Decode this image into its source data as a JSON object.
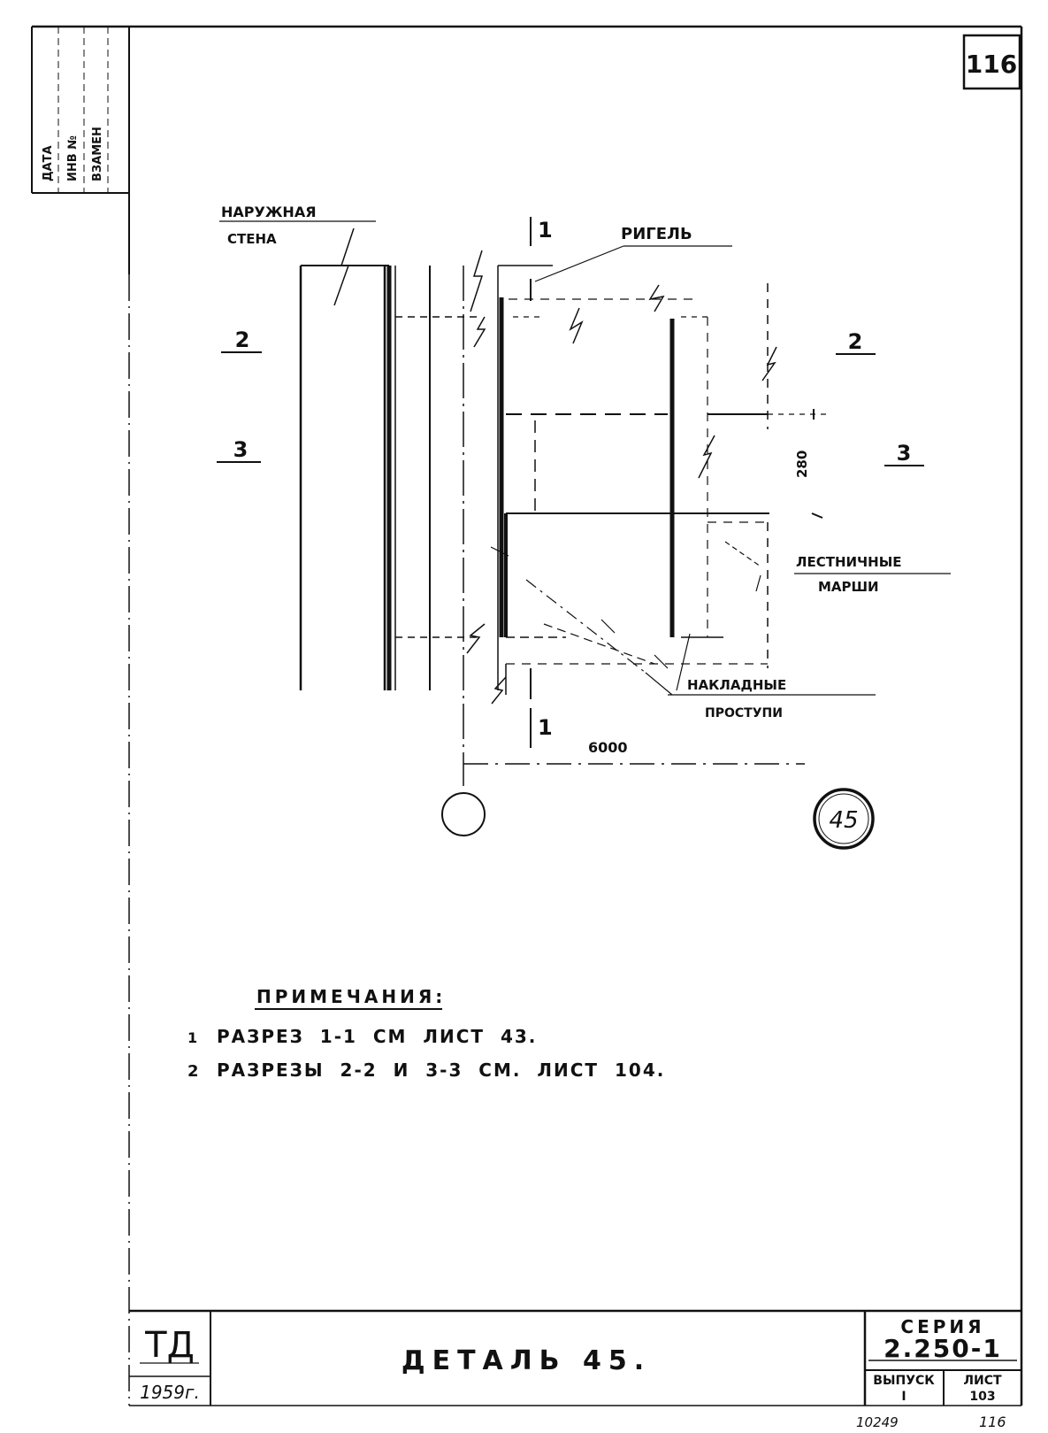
{
  "sheet": {
    "page_number": "116",
    "stamp_labels": [
      "ДАТА",
      "ИНВ №",
      "ВЗАМЕН"
    ]
  },
  "drawing": {
    "labels": {
      "outer_wall_line1": "НАРУЖНАЯ",
      "outer_wall_line2": "СТЕНА",
      "crossbar": "РИГЕЛЬ",
      "stair_flights_line1": "ЛЕСТНИЧНЫЕ",
      "stair_flights_line2": "МАРШИ",
      "overlay_steps_line1": "НАКЛАДНЫЕ",
      "overlay_steps_line2": "ПРОСТУПИ"
    },
    "section_marks": {
      "s1_top": "1",
      "s1_bottom": "1",
      "s2_left": "2",
      "s2_right": "2",
      "s3_left": "3",
      "s3_right": "3"
    },
    "dimensions": {
      "span": "6000",
      "height": "280"
    },
    "detail_number": "45"
  },
  "notes": {
    "title": "ПРИМЕЧАНИЯ:",
    "items": [
      {
        "num": "1",
        "text": "РАЗРЕЗ  1-1  СМ  ЛИСТ  43."
      },
      {
        "num": "2",
        "text": "РАЗРЕЗЫ  2-2  И  3-3  СМ.  ЛИСТ  104."
      }
    ]
  },
  "title_block": {
    "org": "ТД",
    "year": "1959г.",
    "title": "ДЕТАЛЬ 45.",
    "series_label": "СЕРИЯ",
    "series_value": "2.250-1",
    "issue_label": "ВЫПУСК",
    "issue_value": "I",
    "sheet_label": "ЛИСТ",
    "sheet_value": "103"
  },
  "footer": {
    "archive_number": "10249",
    "page": "116"
  }
}
